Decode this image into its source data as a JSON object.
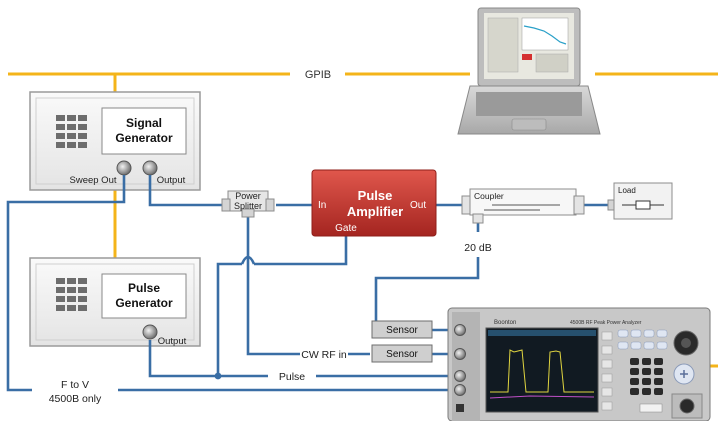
{
  "bus_label": "GPIB",
  "signal_generator": {
    "title_line1": "Signal",
    "title_line2": "Generator",
    "port_sweep_out": "Sweep Out",
    "port_output": "Output"
  },
  "pulse_generator": {
    "title_line1": "Pulse",
    "title_line2": "Generator",
    "port_output": "Output"
  },
  "power_splitter": {
    "line1": "Power",
    "line2": "Splitter"
  },
  "pulse_amplifier": {
    "title_line1": "Pulse",
    "title_line2": "Amplifier",
    "port_in": "In",
    "port_out": "Out",
    "port_gate": "Gate"
  },
  "coupler": {
    "label": "Coupler",
    "attenuation": "20 dB"
  },
  "load": {
    "label": "Load"
  },
  "sensors": {
    "upper": "Sensor",
    "lower": "Sensor"
  },
  "signal_labels": {
    "cw_rf_in": "CW RF in",
    "pulse": "Pulse",
    "f_to_v_line1": "F to V",
    "f_to_v_line2": "4500B only"
  },
  "analyzer": {
    "brand": "Boonton",
    "model": "4500B RF Peak Power Analyzer"
  },
  "colors": {
    "gpib_bus": "#f4b41a",
    "rf_cable": "#3a6ea5",
    "amplifier_red": "#c0312b",
    "instrument_frame": "#c8c8c8"
  }
}
